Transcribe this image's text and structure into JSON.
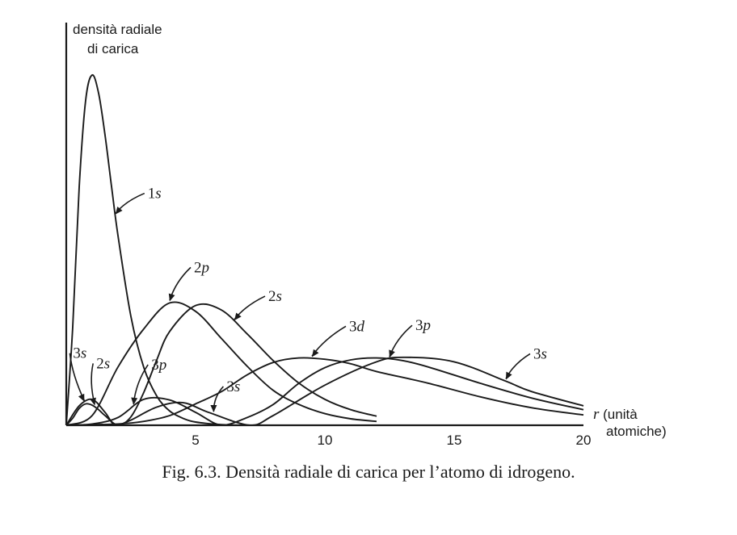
{
  "caption": "Fig. 6.3.  Densità radiale di carica per l’atomo di idrogeno.",
  "chart_data": {
    "type": "line",
    "ylabel_lines": [
      "densità radiale",
      "di carica"
    ],
    "xlabel_lines": [
      "r (unità",
      "atomiche)"
    ],
    "xlim": [
      0,
      20
    ],
    "ylim": [
      0,
      0.55
    ],
    "grid": false,
    "x_ticks": [
      5,
      10,
      15,
      20
    ],
    "legend": "none",
    "series": [
      {
        "name": "1s",
        "x": [
          0,
          0.25,
          0.5,
          0.75,
          1,
          1.25,
          1.5,
          1.75,
          2,
          2.5,
          3,
          3.5,
          4,
          4.5,
          5,
          6,
          7,
          8,
          9,
          10,
          12
        ],
        "values": [
          0,
          0.152,
          0.368,
          0.502,
          0.541,
          0.513,
          0.448,
          0.369,
          0.293,
          0.168,
          0.089,
          0.045,
          0.022,
          0.011,
          0.005,
          0.001,
          0,
          0,
          0,
          0,
          0
        ]
      },
      {
        "name": "2s",
        "x": [
          0,
          0.25,
          0.5,
          0.75,
          1,
          1.25,
          1.5,
          2,
          2.5,
          3,
          3.5,
          4,
          5,
          6,
          7,
          8,
          9,
          10,
          11,
          12
        ],
        "values": [
          0,
          0.011,
          0.026,
          0.033,
          0.031,
          0.024,
          0.015,
          0,
          0.013,
          0.051,
          0.101,
          0.145,
          0.185,
          0.178,
          0.141,
          0.1,
          0.065,
          0.04,
          0.024,
          0.014
        ]
      },
      {
        "name": "2p",
        "x": [
          0,
          1,
          2,
          3,
          4,
          5,
          6,
          7,
          8,
          9,
          10,
          11,
          12
        ],
        "values": [
          0,
          0.015,
          0.09,
          0.149,
          0.189,
          0.176,
          0.134,
          0.091,
          0.054,
          0.032,
          0.018,
          0.01,
          0.006
        ]
      },
      {
        "name": "3s",
        "x": [
          0,
          0.5,
          1,
          1.5,
          1.9,
          2.5,
          3.5,
          4.5,
          5.5,
          7.1,
          8,
          10,
          12,
          13.1,
          15,
          17,
          18,
          20
        ],
        "values": [
          0,
          0.03,
          0.04,
          0.02,
          0,
          0.008,
          0.028,
          0.035,
          0.02,
          0,
          0.015,
          0.062,
          0.098,
          0.105,
          0.098,
          0.068,
          0.052,
          0.03
        ]
      },
      {
        "name": "3p",
        "x": [
          0,
          1,
          2,
          3,
          4,
          5,
          6,
          7,
          8,
          9,
          10,
          11,
          12,
          13,
          14,
          16,
          18,
          20
        ],
        "values": [
          0,
          0.002,
          0.012,
          0.04,
          0.039,
          0.02,
          0,
          0.012,
          0.032,
          0.065,
          0.089,
          0.101,
          0.104,
          0.1,
          0.09,
          0.065,
          0.042,
          0.024
        ]
      },
      {
        "name": "3d",
        "x": [
          0,
          2,
          3,
          4,
          5,
          6,
          7,
          8,
          9,
          10,
          11,
          12,
          14,
          16,
          18,
          20
        ],
        "values": [
          0,
          0.002,
          0.006,
          0.015,
          0.033,
          0.052,
          0.078,
          0.097,
          0.104,
          0.102,
          0.095,
          0.083,
          0.065,
          0.044,
          0.027,
          0.016
        ]
      }
    ],
    "annotations": [
      {
        "text": "1s",
        "series": "1s",
        "x": 1.9
      },
      {
        "text": "2s",
        "series": "2s",
        "x": 6.5
      },
      {
        "text": "2p",
        "series": "2p",
        "x": 4.0
      },
      {
        "text": "3d",
        "series": "3d",
        "x": 9.5
      },
      {
        "text": "3p",
        "series": "3p",
        "x": 12.5
      },
      {
        "text": "3s",
        "series": "3s",
        "x": 17.0
      },
      {
        "text": "2s",
        "series": "2s",
        "x": 1.1
      },
      {
        "text": "3s",
        "series": "3s",
        "x": 0.7
      },
      {
        "text": "3p",
        "series": "3p",
        "x": 2.6
      },
      {
        "text": "3s",
        "series": "3s",
        "x": 5.7
      }
    ]
  }
}
